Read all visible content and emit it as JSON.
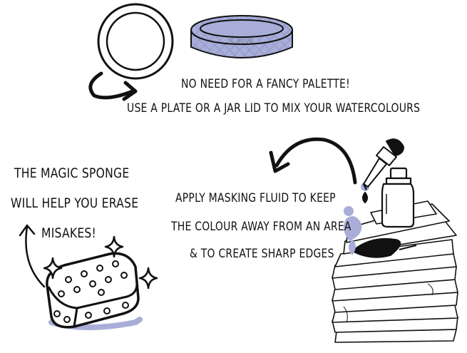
{
  "palette_tip": {
    "line1": "no need for a fancy palette!",
    "line2": "use a plate or a jar lid to mix your watercolours"
  },
  "masking_tip": {
    "line1": "apply masking fluid to keep",
    "line2": "the colour away from an area",
    "line3": "& to create sharp edges"
  },
  "sponge_tip": {
    "line1": "the magic sponge",
    "line2": "will help you erase",
    "line3": "misakes!"
  },
  "watermark": "Canva",
  "icons": {
    "plate": "plate-icon",
    "jar_lid": "jar-lid-icon",
    "dropper_bottle": "dropper-bottle-icon",
    "paper_stack": "paper-stack-icon",
    "sponge": "sponge-icon",
    "sparkles": "sparkle-icon"
  },
  "colors": {
    "ink": "#111111",
    "accent": "#a9aed8",
    "accent_dark": "#8f95c8"
  }
}
